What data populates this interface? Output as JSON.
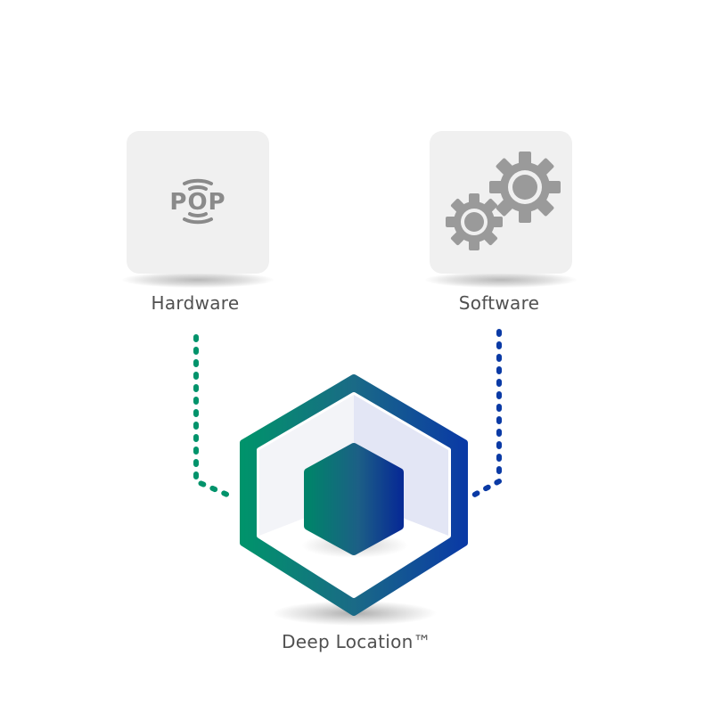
{
  "nodes": {
    "hardware": {
      "label": "Hardware",
      "icon": "pop-icon",
      "icon_text": "POP"
    },
    "software": {
      "label": "Software",
      "icon": "gears-icon"
    },
    "deep_location": {
      "label": "Deep Location™",
      "icon": "hexagon-cube-icon"
    }
  },
  "colors": {
    "card_bg": "#f0f0f0",
    "icon_gray": "#8a8a8a",
    "green": "#00936b",
    "blue": "#0a3aa5",
    "label_text": "#505050"
  }
}
